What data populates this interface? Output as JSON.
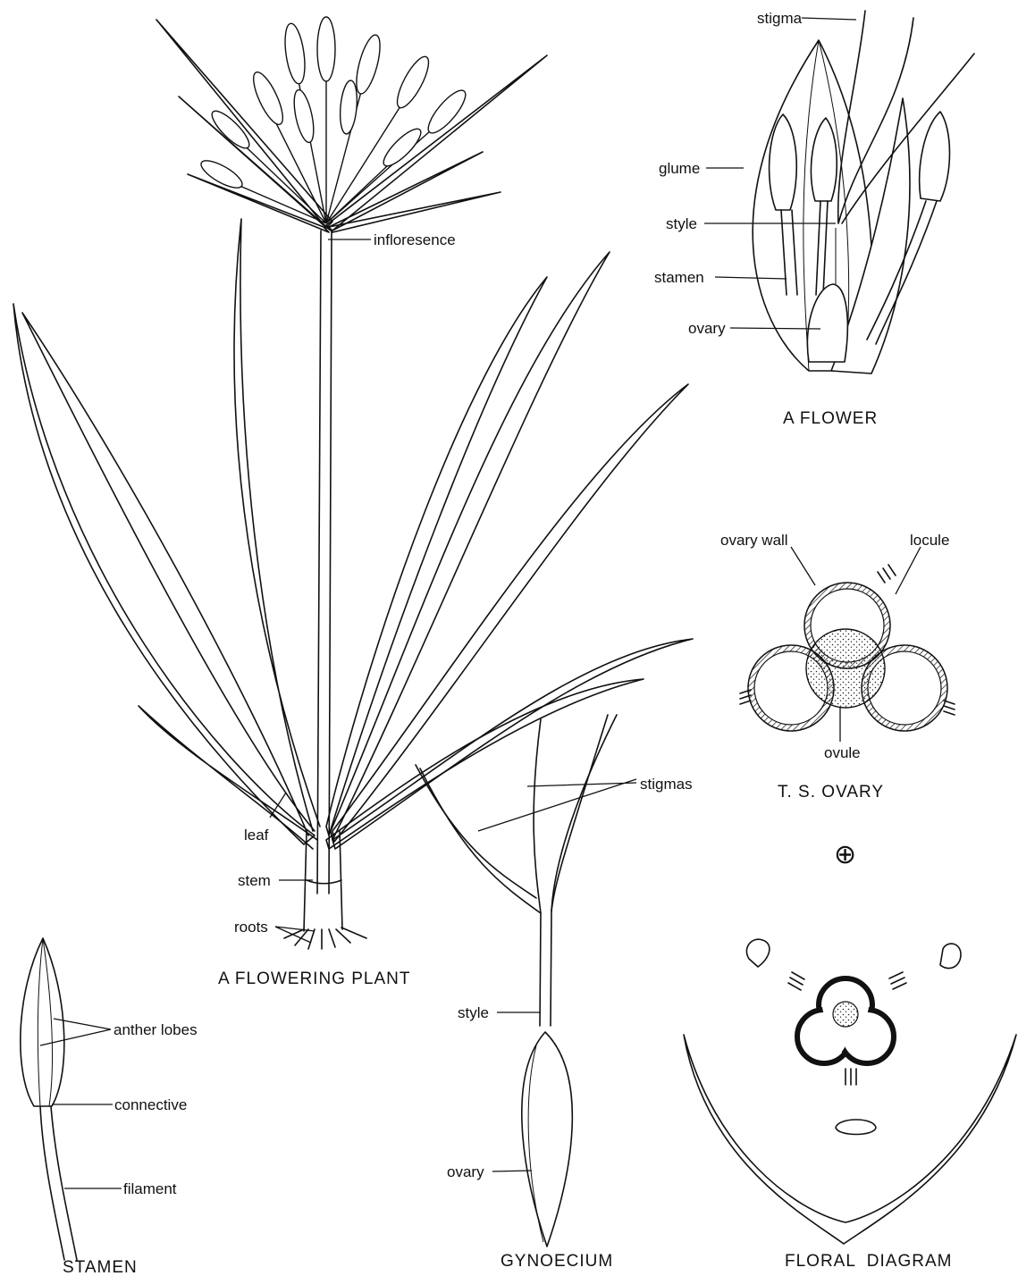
{
  "plant": {
    "caption": "A FLOWERING PLANT",
    "labels": {
      "inflorescence": "infloresence",
      "leaf": "leaf",
      "stem": "stem",
      "roots": "roots"
    }
  },
  "flower": {
    "caption": "A FLOWER",
    "labels": {
      "stigma": "stigma",
      "glume": "glume",
      "style": "style",
      "stamen": "stamen",
      "ovary": "ovary"
    }
  },
  "ts_ovary": {
    "caption": "T. S. OVARY",
    "labels": {
      "ovary_wall": "ovary wall",
      "locule": "locule",
      "ovule": "ovule"
    }
  },
  "stamen": {
    "caption": "STAMEN",
    "labels": {
      "anther_lobes": "anther lobes",
      "connective": "connective",
      "filament": "filament"
    }
  },
  "gynoecium": {
    "caption": "GYNOECIUM",
    "labels": {
      "stigmas": "stigmas",
      "style": "style",
      "ovary": "ovary"
    }
  },
  "floral_diagram": {
    "caption": "FLORAL  DIAGRAM",
    "symbol": "⊕"
  }
}
